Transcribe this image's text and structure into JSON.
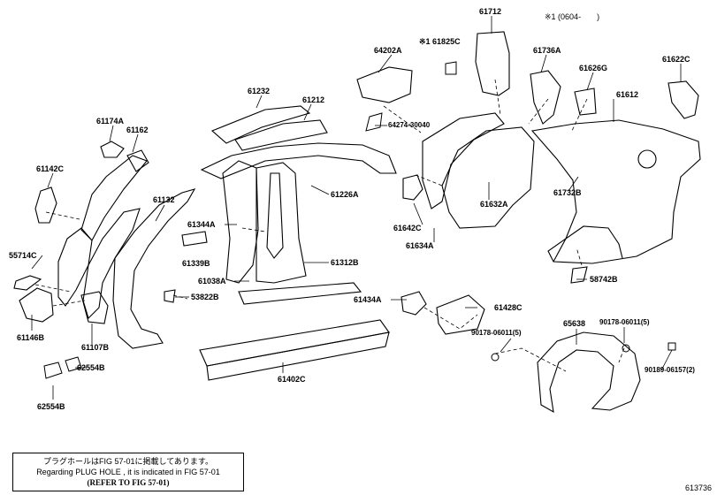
{
  "header": {
    "range_note": "※1 (0604-　　)"
  },
  "figure_id": "613736",
  "note": {
    "line_ja": "プラグホールはFIG 57-01に掲載してあります。",
    "line_en": "Regarding PLUG HOLE , it is indicated in FIG 57-01",
    "line_ref": "(REFER TO FIG 57-01)"
  },
  "parts": [
    {
      "id": "p61712",
      "label": "61712"
    },
    {
      "id": "p64202a",
      "label": "64202A"
    },
    {
      "id": "p61825c",
      "label": "※1 61825C"
    },
    {
      "id": "p61736a",
      "label": "61736A"
    },
    {
      "id": "p61626g",
      "label": "61626G"
    },
    {
      "id": "p61622c",
      "label": "61622C"
    },
    {
      "id": "p61232",
      "label": "61232"
    },
    {
      "id": "p61212",
      "label": "61212"
    },
    {
      "id": "p61174a",
      "label": "61174A"
    },
    {
      "id": "p61162",
      "label": "61162"
    },
    {
      "id": "p61612",
      "label": "61612"
    },
    {
      "id": "p64274",
      "label": "64274-30040"
    },
    {
      "id": "p61142c",
      "label": "61142C"
    },
    {
      "id": "p61226a",
      "label": "61226A"
    },
    {
      "id": "p61132",
      "label": "61132"
    },
    {
      "id": "p61344a",
      "label": "61344A"
    },
    {
      "id": "p61632a",
      "label": "61632A"
    },
    {
      "id": "p61732b",
      "label": "61732B"
    },
    {
      "id": "p61642c",
      "label": "61642C"
    },
    {
      "id": "p61634a",
      "label": "61634A"
    },
    {
      "id": "p55714c",
      "label": "55714C"
    },
    {
      "id": "p61339b",
      "label": "61339B"
    },
    {
      "id": "p61312b",
      "label": "61312B"
    },
    {
      "id": "p61038a",
      "label": "61038A"
    },
    {
      "id": "p58742b",
      "label": "58742B"
    },
    {
      "id": "p53822b",
      "label": "53822B"
    },
    {
      "id": "p61434a",
      "label": "61434A"
    },
    {
      "id": "p61428c",
      "label": "61428C"
    },
    {
      "id": "p61146b",
      "label": "61146B"
    },
    {
      "id": "p61107b",
      "label": "61107B"
    },
    {
      "id": "p65638",
      "label": "65638"
    },
    {
      "id": "p90178a",
      "label": "90178-06011(5)"
    },
    {
      "id": "p90178b",
      "label": "90178-06011(5)"
    },
    {
      "id": "p62554b_1",
      "label": "62554B"
    },
    {
      "id": "p90189",
      "label": "90189-06157(2)"
    },
    {
      "id": "p61402c",
      "label": "61402C"
    },
    {
      "id": "p62554b_2",
      "label": "62554B"
    }
  ]
}
